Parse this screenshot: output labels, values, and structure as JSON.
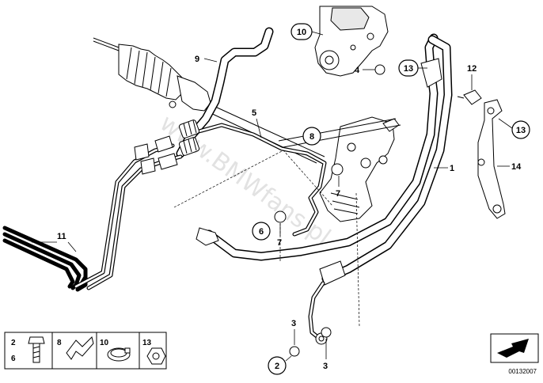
{
  "callouts": {
    "p1": "1",
    "p2": "2",
    "p3a": "3",
    "p3b": "3",
    "p4": "4",
    "p5": "5",
    "p6": "6",
    "p7a": "7",
    "p7b": "7",
    "p8": "8",
    "p9": "9",
    "p10": "10",
    "p11": "11",
    "p12": "12",
    "p13a": "13",
    "p13b": "13",
    "p14": "14"
  },
  "watermark": "www.BMWfans.pl",
  "legend": {
    "cells": [
      {
        "nums": [
          "2",
          "6"
        ],
        "icon": "hollow-bolt"
      },
      {
        "nums": [
          "8"
        ],
        "icon": "hose-clip"
      },
      {
        "nums": [
          "10"
        ],
        "icon": "hose-clamp"
      },
      {
        "nums": [
          "13"
        ],
        "icon": "hex-nut"
      }
    ]
  },
  "diagram_code": "00132007",
  "colors": {
    "line": "#000000",
    "watermark": "#d9d9d9",
    "background": "#ffffff"
  }
}
